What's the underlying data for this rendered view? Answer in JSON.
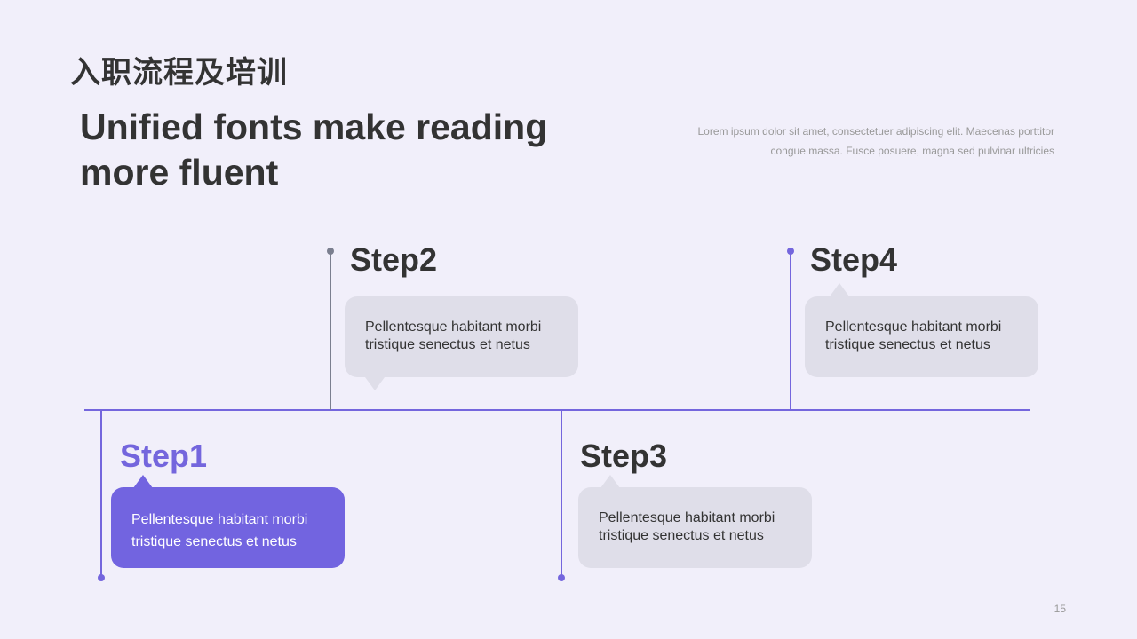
{
  "slide": {
    "title_cn": "入职流程及培训",
    "headline_line1": "Unified fonts make reading",
    "headline_line2": "more fluent",
    "description_line1": "Lorem ipsum dolor sit amet, consectetuer adipiscing elit. Maecenas porttitor",
    "description_line2": "congue massa. Fusce posuere, magna sed pulvinar ultricies",
    "page_number": "15"
  },
  "timeline": {
    "steps": [
      {
        "label": "Step1",
        "text_line1": "Pellentesque habitant morbi",
        "text_line2": "tristique senectus et netus",
        "active": true
      },
      {
        "label": "Step2",
        "text_line1": "Pellentesque habitant morbi",
        "text_line2": "tristique senectus et netus",
        "active": false
      },
      {
        "label": "Step3",
        "text_line1": "Pellentesque habitant morbi",
        "text_line2": "tristique senectus et netus",
        "active": false
      },
      {
        "label": "Step4",
        "text_line1": "Pellentesque habitant morbi",
        "text_line2": "tristique senectus et netus",
        "active": false
      }
    ]
  },
  "colors": {
    "background": "#f1effa",
    "accent": "#7466dd",
    "bubble_active": "#7264e0",
    "bubble_inactive": "#dfdee9",
    "connector_gray": "#7b7f8f",
    "text_dark": "#333333",
    "text_muted": "#999999"
  }
}
